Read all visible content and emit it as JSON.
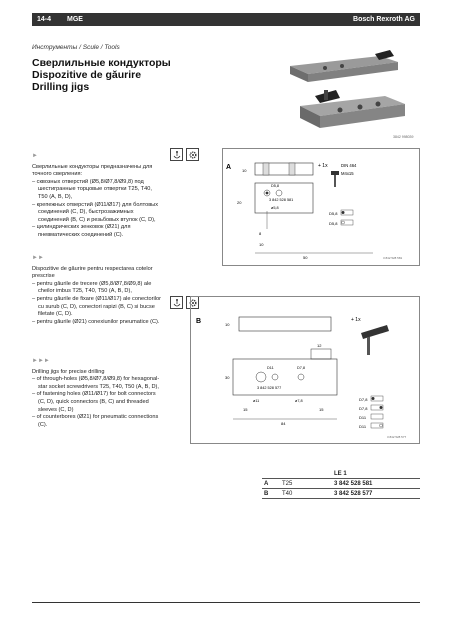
{
  "header": {
    "page": "14-4",
    "section": "MGE",
    "brand": "Bosch Rexroth AG"
  },
  "breadcrumb": "Инструменты / Scule / Tools",
  "title": {
    "ru": "Сверлильные кондукторы",
    "ro": "Dispozitive de găurire",
    "en": "Drilling jigs"
  },
  "photo": {
    "code": "3842 998039"
  },
  "text": {
    "ru": {
      "marker": "►",
      "intro": "Сверлильные кондукторы предназначены для точного сверления:",
      "items": [
        "– сквозных отверстий (Ø5,8/Ø7,8/Ø9,8) под шестигранные торцовые отвертки T25, T40, T50 (A, B, D),",
        "– крепежных отверстий (Ø11/Ø17) для болтовых соединений (C, D), быстрозажимных соединений (B, C) и резьбовых втулок (C, D),",
        "– цилиндрических зенковок (Ø21) для пневматических соединений (C)."
      ]
    },
    "ro": {
      "marker": "►►",
      "intro": "Dispozitive de găurire pentru respectarea cotelor prescrise",
      "items": [
        "– pentru găurile de trecere (Ø5,8/Ø7,8/Ø9,8) ale cheilor imbus T25, T40, T50 (A, B, D),",
        "– pentru găurile de fixare (Ø11/Ø17) ale conectorilor cu surub (C, D), conectori rapizi (B, C) si bucse filetate (C, D).",
        "– pentru găurile (Ø21) conexiunilor pneumatice (C)."
      ]
    },
    "en": {
      "marker": "►►►",
      "intro": "Drilling jigs for precise drilling",
      "items": [
        "– of through-holes (Ø5,8/Ø7,8/Ø9,8) for hexagonal-star socket screwdrivers T25, T40, T50 (A, B, D),",
        "– of fastening holes (Ø11/Ø17) for bolt connectors (C, D), quick connectors (B, C) and threaded sleeves (C, D)",
        "– of counterbores (Ø21) for pneumatic connections (C)."
      ]
    }
  },
  "drawing_a": {
    "label": "A",
    "dims": [
      "10",
      "20",
      "8",
      "10",
      "50"
    ],
    "holes": [
      "D5,8",
      "ø5,8"
    ],
    "part_no": "3 842 528 581",
    "qty": "+ 1x",
    "screw": "DIN 464",
    "thread": "M4x15",
    "legend": [
      "D5,8",
      "D5,8"
    ],
    "code": "3 842 528 581"
  },
  "drawing_b": {
    "label": "B",
    "dims": [
      "10",
      "12",
      "30",
      "15",
      "15",
      "84"
    ],
    "holes": [
      "D11",
      "D7,8",
      "ø11",
      "ø7,8"
    ],
    "part_no": "3 842 528 577",
    "qty": "+ 1x",
    "legend": [
      "D7,8",
      "D7,8",
      "D11",
      "D11"
    ],
    "code": "3 842 528 577"
  },
  "table": {
    "header": [
      "",
      "",
      "LE 1"
    ],
    "rows": [
      [
        "A",
        "T25",
        "3 842 528 581"
      ],
      [
        "B",
        "T40",
        "3 842 528 577"
      ]
    ]
  }
}
